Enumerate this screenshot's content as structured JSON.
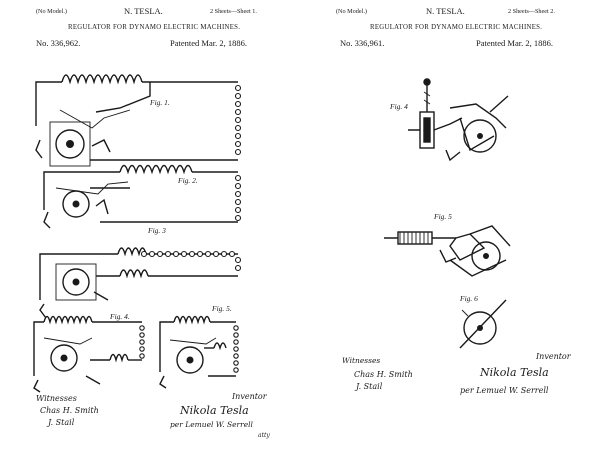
{
  "left": {
    "model": "(No Model.)",
    "inventor_name": "N. TESLA.",
    "sheets": "2 Sheets—Sheet 1.",
    "title": "REGULATOR FOR DYNAMO ELECTRIC MACHINES.",
    "patent_no": "No. 336,962.",
    "patented": "Patented Mar. 2, 1886.",
    "figs": [
      "Fig. 1.",
      "Fig. 2.",
      "Fig. 3",
      "Fig. 4.",
      "Fig. 5."
    ],
    "witnesses_label": "Witnesses",
    "witness_1": "Chas H. Smith",
    "witness_2": "J. Stail",
    "inventor_label": "Inventor",
    "signature": "Nikola Tesla",
    "attorney": "per Lemuel W. Serrell",
    "attorney_suffix": "atty"
  },
  "right": {
    "model": "(No Model.)",
    "inventor_name": "N. TESLA.",
    "sheets": "2 Sheets—Sheet 2.",
    "title": "REGULATOR FOR DYNAMO ELECTRIC MACHINES.",
    "patent_no": "No. 336,961.",
    "patented": "Patented Mar. 2, 1886.",
    "figs": [
      "Fig. 4",
      "Fig. 5",
      "Fig. 6"
    ],
    "witnesses_label": "Witnesses",
    "witness_1": "Chas H. Smith",
    "witness_2": "J. Stail",
    "inventor_label": "Inventor",
    "signature": "Nikola Tesla",
    "attorney": "per Lemuel W. Serrell"
  }
}
